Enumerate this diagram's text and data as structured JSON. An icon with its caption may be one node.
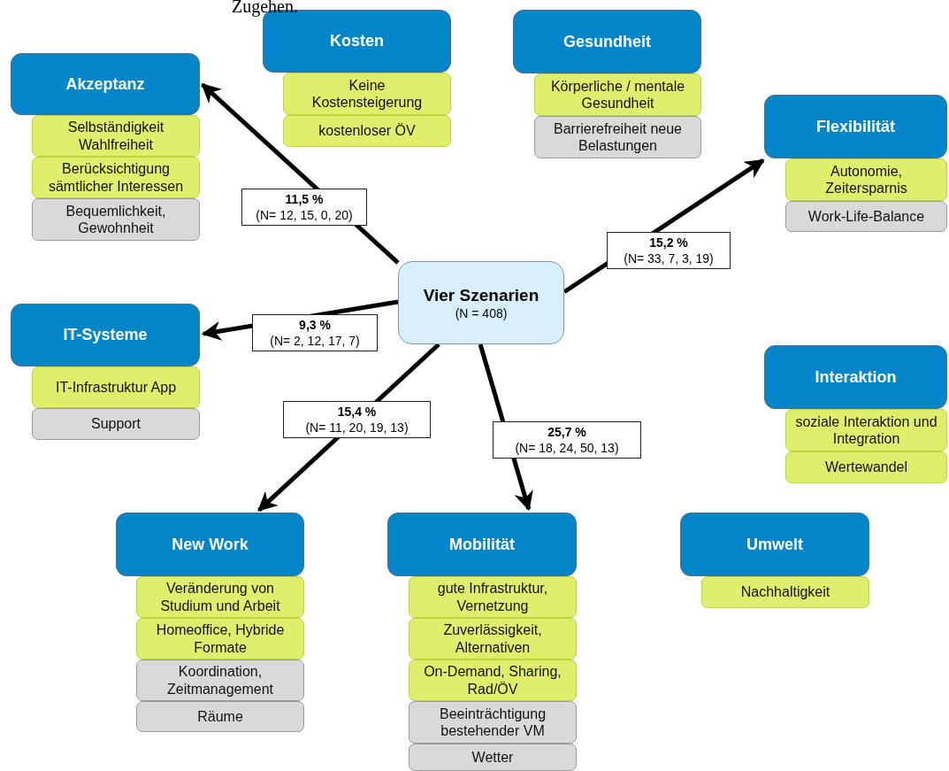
{
  "diagram": {
    "nodes": [
      {
        "text": [
          "Akzeptanz"
        ]
      },
      {
        "text": [
          "Selbständigkeit Wahlfreiheit"
        ]
      },
      {
        "text": [
          "Berücksichtigung sämtlicher Interessen"
        ]
      },
      {
        "text": [
          "Bequemlichkeit, Gewohnheit"
        ]
      },
      {
        "text": [
          "Kosten"
        ]
      },
      {
        "text": [
          "Keine Kostensteigerung"
        ]
      },
      {
        "text": [
          "kostenloser ÖV"
        ]
      },
      {
        "text": [
          "Gesundheit"
        ]
      },
      {
        "text": [
          "Körperliche / mentale Gesundheit"
        ]
      },
      {
        "text": [
          "Barrierefreiheit neue Belastungen"
        ]
      },
      {
        "text": [
          "Flexibilität"
        ]
      },
      {
        "text": [
          "Autonomie, Zeitersparnis"
        ]
      },
      {
        "text": [
          "Work-Life-Balance"
        ]
      },
      {
        "text": [
          "Vier Szenarien",
          "(N = 408)"
        ]
      },
      {
        "text": [
          "IT-Systeme"
        ]
      },
      {
        "text": [
          "IT-Infrastruktur App"
        ]
      },
      {
        "text": [
          "Support"
        ]
      },
      {
        "text": [
          "Interaktion"
        ]
      },
      {
        "text": [
          "soziale Interaktion und Integration"
        ]
      },
      {
        "text": [
          "Wertewandel"
        ]
      },
      {
        "text": [
          "New Work"
        ]
      },
      {
        "text": [
          "Veränderung von Studium und Arbeit"
        ]
      },
      {
        "text": [
          "Homeoffice, Hybride Formate"
        ]
      },
      {
        "text": [
          "Koordination, Zeitmanagement"
        ]
      },
      {
        "text": [
          "Räume"
        ]
      },
      {
        "text": [
          "Mobilität"
        ]
      },
      {
        "text": [
          "gute Infrastruktur, Vernetzung"
        ]
      },
      {
        "text": [
          "Zuverlässigkeit, Alternativen"
        ]
      },
      {
        "text": [
          "On-Demand, Sharing, Rad/ÖV"
        ]
      },
      {
        "text": [
          "Beeinträchtigung bestehender VM"
        ]
      },
      {
        "text": [
          "Wetter"
        ]
      },
      {
        "text": [
          "Umwelt"
        ]
      },
      {
        "text": [
          "Nachhaltigkeit"
        ]
      }
    ],
    "edges": [
      {
        "from": 13,
        "to": 0,
        "arrow": "to",
        "label": "**11,5 %** (N= 12, 15, 0, 20)"
      },
      {
        "from": 13,
        "to": 10,
        "arrow": "to",
        "label": "**15,2 %** (N= 33, 7, 3, 19)"
      },
      {
        "from": 13,
        "to": 14,
        "arrow": "to",
        "label": "**9,3 %** (N= 2, 12, 17, 7)"
      },
      {
        "from": 13,
        "to": 20,
        "arrow": "to",
        "label": "**15,4 %** (N= 11, 20, 19, 13)"
      },
      {
        "from": 13,
        "to": 25,
        "arrow": "to",
        "label": "**25,7 %** (N= 18, 24, 50, 13)"
      }
    ],
    "labels": [
      "Zugehen."
    ]
  }
}
